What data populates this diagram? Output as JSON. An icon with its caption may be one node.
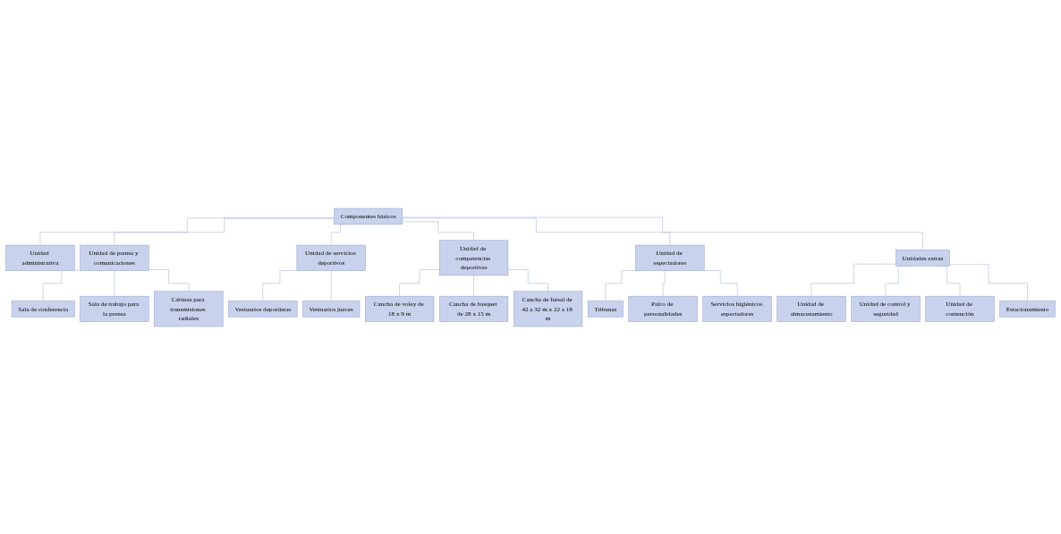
{
  "diagram": {
    "nodes": [
      {
        "text": [
          "Componentes básicos"
        ]
      },
      {
        "text": [
          "Unidad administrativa"
        ]
      },
      {
        "text": [
          "Unidad de prensa y comunicaciones"
        ]
      },
      {
        "text": [
          "Unidad de servicios deportivos"
        ]
      },
      {
        "text": [
          "Unidad de competencias deportivas"
        ]
      },
      {
        "text": [
          "Unidad de espectadores"
        ]
      },
      {
        "text": [
          "Unidades extras"
        ]
      },
      {
        "text": [
          "Sala de conferencia"
        ]
      },
      {
        "text": [
          "Sala de trabajo para la prensa"
        ]
      },
      {
        "text": [
          "Cabinas para transmisiones radiales"
        ]
      },
      {
        "text": [
          "Vestuarios deportistas"
        ]
      },
      {
        "text": [
          "Vestuarios jueces"
        ]
      },
      {
        "text": [
          "Cancha de voley de 18 x 9 m"
        ]
      },
      {
        "text": [
          "Cancha de basquet de 28 x 15 m"
        ]
      },
      {
        "text": [
          "Cancha de futsal de 42 a 32 m x 22 a 18 m"
        ]
      },
      {
        "text": [
          "Tribunas"
        ]
      },
      {
        "text": [
          "Palco de personalidades"
        ]
      },
      {
        "text": [
          "Servicios higiénicos espectadores"
        ]
      },
      {
        "text": [
          "Unidad de almacenamiento"
        ]
      },
      {
        "text": [
          "Unidad de control y seguridad"
        ]
      },
      {
        "text": [
          "Unidad de contención"
        ]
      },
      {
        "text": [
          "Estacionamiento"
        ]
      }
    ],
    "edges": [
      {
        "from": 0,
        "to": 1,
        "arrow": "none"
      },
      {
        "from": 0,
        "to": 2,
        "arrow": "none"
      },
      {
        "from": 0,
        "to": 3,
        "arrow": "none"
      },
      {
        "from": 0,
        "to": 4,
        "arrow": "none"
      },
      {
        "from": 0,
        "to": 5,
        "arrow": "none"
      },
      {
        "from": 0,
        "to": 6,
        "arrow": "none"
      },
      {
        "from": 2,
        "to": 7,
        "arrow": "none"
      },
      {
        "from": 2,
        "to": 8,
        "arrow": "none"
      },
      {
        "from": 2,
        "to": 9,
        "arrow": "none"
      },
      {
        "from": 3,
        "to": 10,
        "arrow": "none"
      },
      {
        "from": 3,
        "to": 11,
        "arrow": "none"
      },
      {
        "from": 4,
        "to": 12,
        "arrow": "none"
      },
      {
        "from": 4,
        "to": 13,
        "arrow": "none"
      },
      {
        "from": 4,
        "to": 14,
        "arrow": "none"
      },
      {
        "from": 5,
        "to": 15,
        "arrow": "none"
      },
      {
        "from": 5,
        "to": 16,
        "arrow": "none"
      },
      {
        "from": 5,
        "to": 17,
        "arrow": "none"
      },
      {
        "from": 6,
        "to": 18,
        "arrow": "none"
      },
      {
        "from": 6,
        "to": 19,
        "arrow": "none"
      },
      {
        "from": 6,
        "to": 20,
        "arrow": "none"
      },
      {
        "from": 6,
        "to": 21,
        "arrow": "none"
      }
    ]
  }
}
